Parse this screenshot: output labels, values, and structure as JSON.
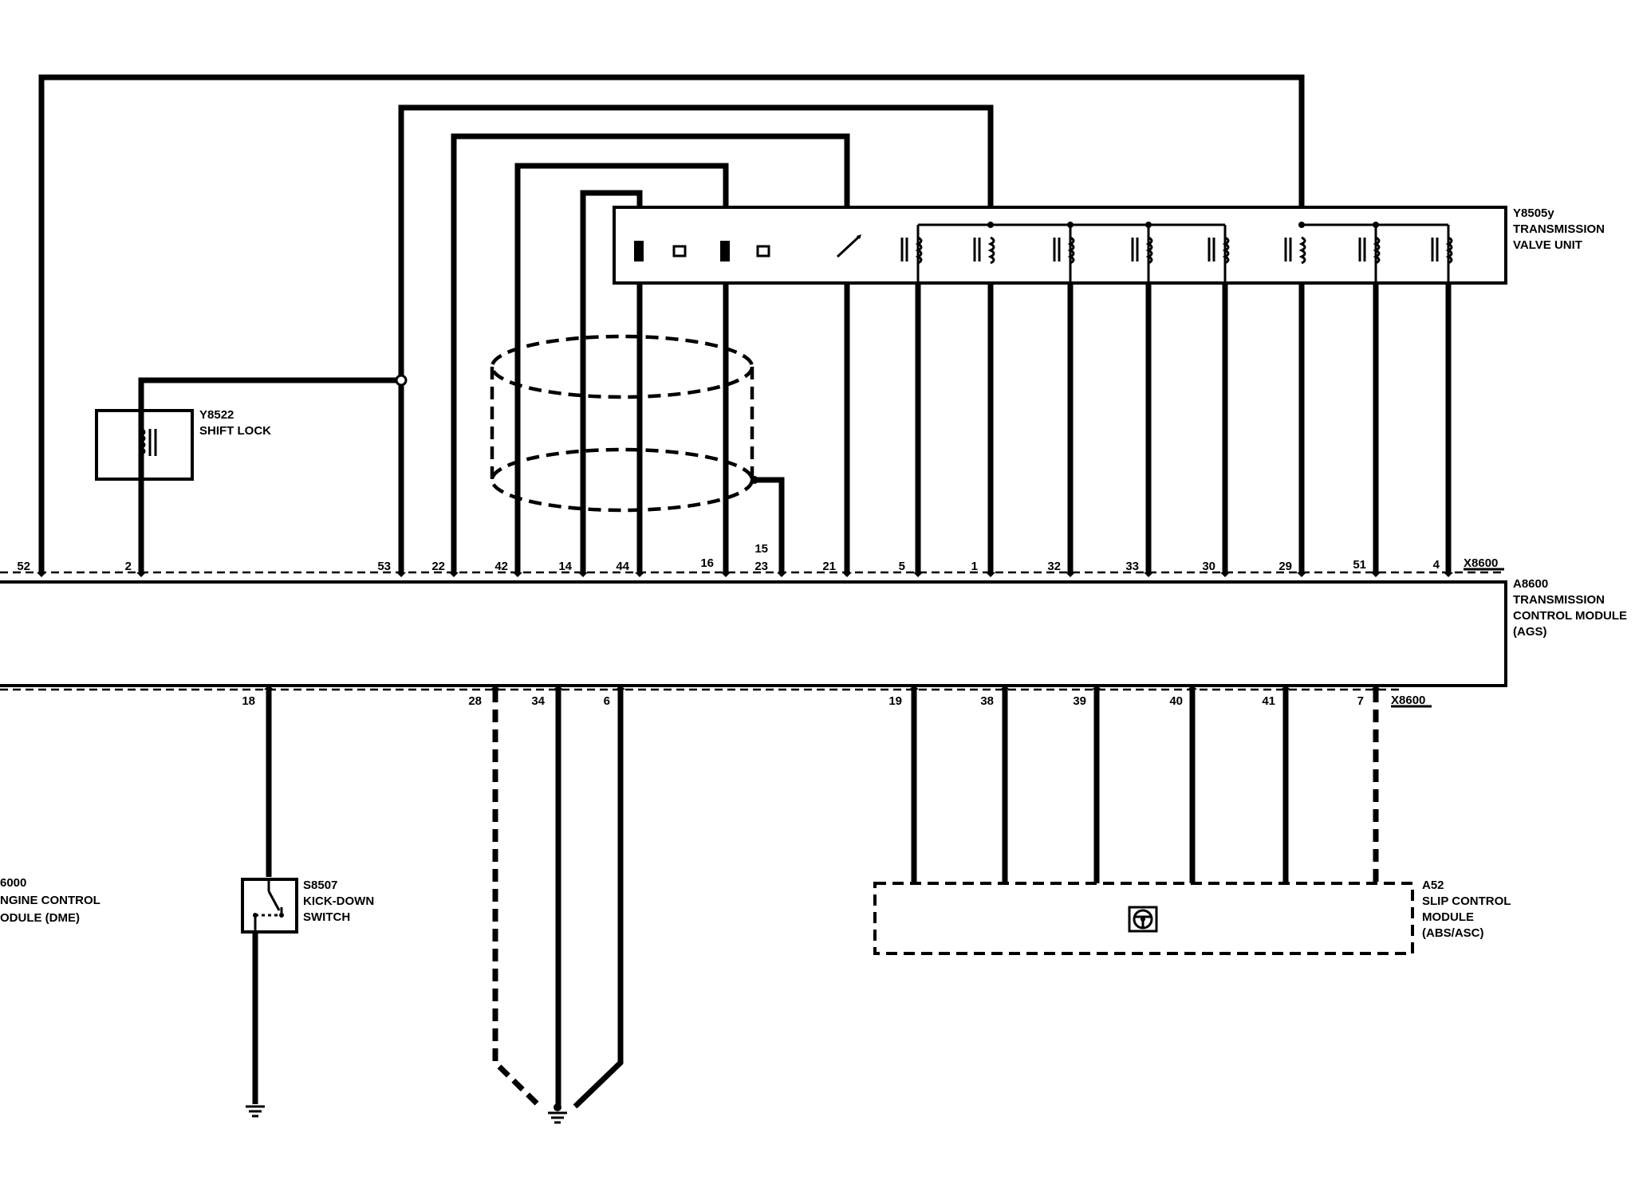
{
  "components": {
    "valve_unit": {
      "id": "Y8505y",
      "lines": [
        "TRANSMISSION",
        "VALVE UNIT"
      ]
    },
    "shift_lock": {
      "id": "Y8522",
      "lines": [
        "SHIFT LOCK"
      ]
    },
    "tcm": {
      "id": "A8600",
      "lines": [
        "TRANSMISSION",
        "CONTROL MODULE",
        "(AGS)"
      ]
    },
    "ecm": {
      "id": "6000",
      "lines": [
        "NGINE CONTROL",
        "ODULE (DME)"
      ]
    },
    "kickdown": {
      "id": "S8507",
      "lines": [
        "KICK-DOWN",
        "SWITCH"
      ]
    },
    "slip_control": {
      "id": "A52",
      "lines": [
        "SLIP CONTROL",
        "MODULE",
        "(ABS/ASC)"
      ]
    }
  },
  "connectors": {
    "top": "X8600",
    "bottom": "X8600"
  },
  "pins_top": [
    "52",
    "2",
    "53",
    "22",
    "42",
    "14",
    "44",
    "16",
    "15",
    "23",
    "21",
    "5",
    "1",
    "32",
    "33",
    "30",
    "29",
    "51",
    "4"
  ],
  "pins_bottom": [
    "18",
    "28",
    "34",
    "6",
    "19",
    "38",
    "39",
    "40",
    "41",
    "7"
  ]
}
